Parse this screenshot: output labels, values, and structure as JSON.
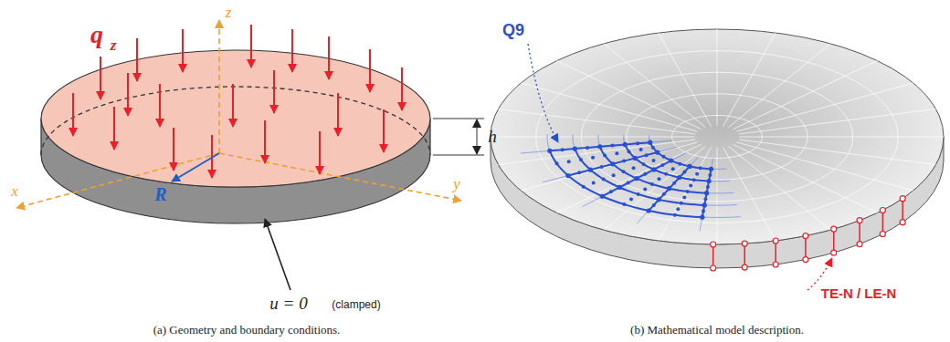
{
  "diagram": {
    "labels": [
      "q",
      "z",
      "z",
      "x",
      "y",
      "R",
      "h",
      "u = 0",
      "(clamped)",
      "(a) Geometry and boundary conditions.",
      "Q9",
      "TE-N / LE-N",
      "(b) Mathematical model description."
    ]
  }
}
